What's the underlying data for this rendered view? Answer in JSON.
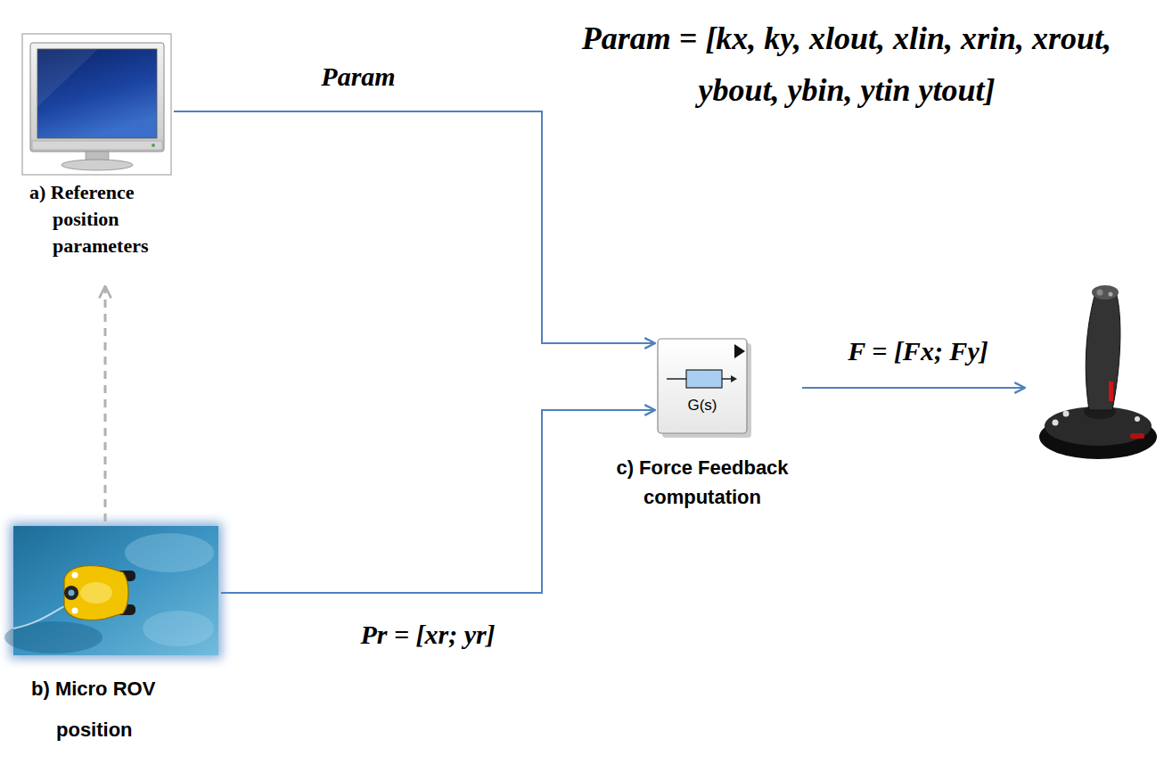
{
  "diagram": {
    "nodes": [
      {
        "text": [
          "a) Reference position parameters"
        ]
      },
      {
        "text": [
          "b) Micro ROV position"
        ]
      },
      {
        "text": [
          "G(s)",
          "c) Force Feedback computation"
        ]
      }
    ],
    "edges": [
      {
        "from": 0,
        "to": 2,
        "arrow": "to",
        "label": "Param"
      },
      {
        "from": 1,
        "to": 2,
        "arrow": "to",
        "label": "Pr = [xr; yr]"
      },
      {
        "from": 1,
        "to": 0,
        "arrow": "to"
      }
    ],
    "labels": [
      "Param = [kx, ky, xlout, xlin, xrin, xrout, ybout, ybin, ytin ytout]",
      "F = [Fx; Fy]"
    ]
  }
}
